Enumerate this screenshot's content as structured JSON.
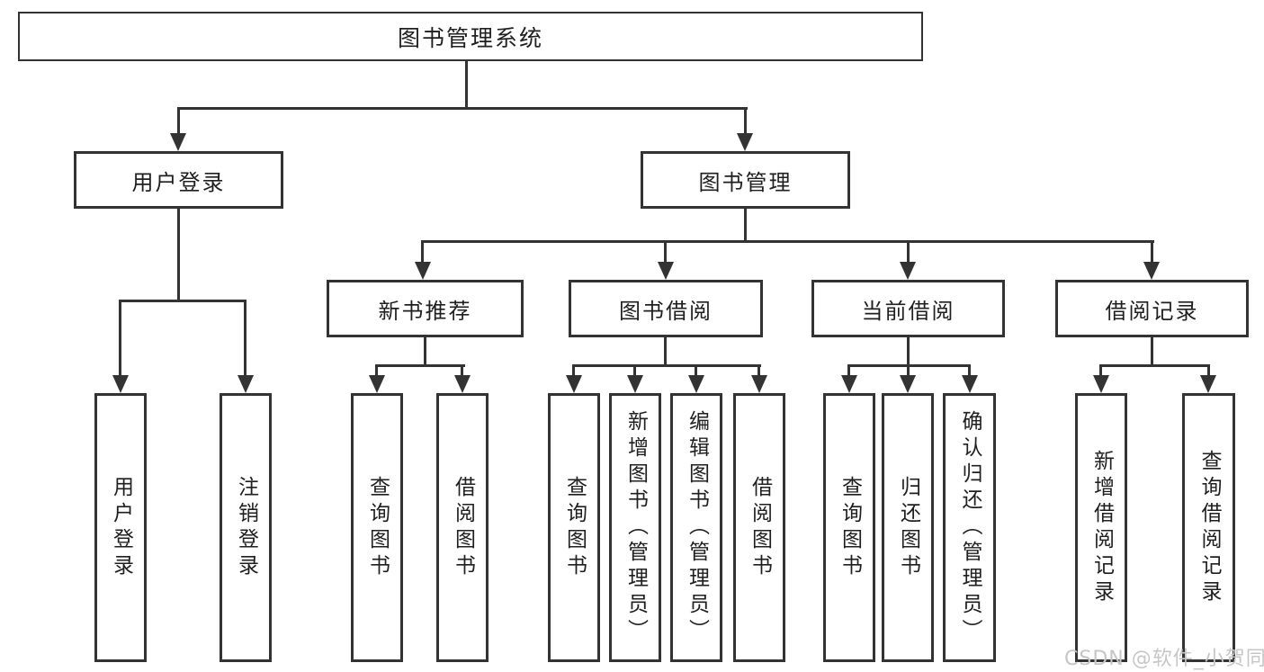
{
  "diagram_type": "hierarchy-tree",
  "tree": {
    "label": "图书管理系统",
    "children": [
      {
        "label": "用户登录",
        "children": [
          {
            "label": "用户登录"
          },
          {
            "label": "注销登录"
          }
        ]
      },
      {
        "label": "图书管理",
        "children": [
          {
            "label": "新书推荐",
            "children": [
              {
                "label": "查询图书"
              },
              {
                "label": "借阅图书"
              }
            ]
          },
          {
            "label": "图书借阅",
            "children": [
              {
                "label": "查询图书"
              },
              {
                "label": "新增图书（管理员）"
              },
              {
                "label": "编辑图书（管理员）"
              },
              {
                "label": "借阅图书"
              }
            ]
          },
          {
            "label": "当前借阅",
            "children": [
              {
                "label": "查询图书"
              },
              {
                "label": "归还图书"
              },
              {
                "label": "确认归还（管理员）"
              }
            ]
          },
          {
            "label": "借阅记录",
            "children": [
              {
                "label": "新增借阅记录"
              },
              {
                "label": "查询借阅记录"
              }
            ]
          }
        ]
      }
    ]
  },
  "watermark": {
    "text": "CSDN @软件_小贺同学"
  },
  "colors": {
    "line": "#333333",
    "text": "#1f1f1f",
    "background": "#ffffff",
    "watermark": "#c6c6c6"
  }
}
